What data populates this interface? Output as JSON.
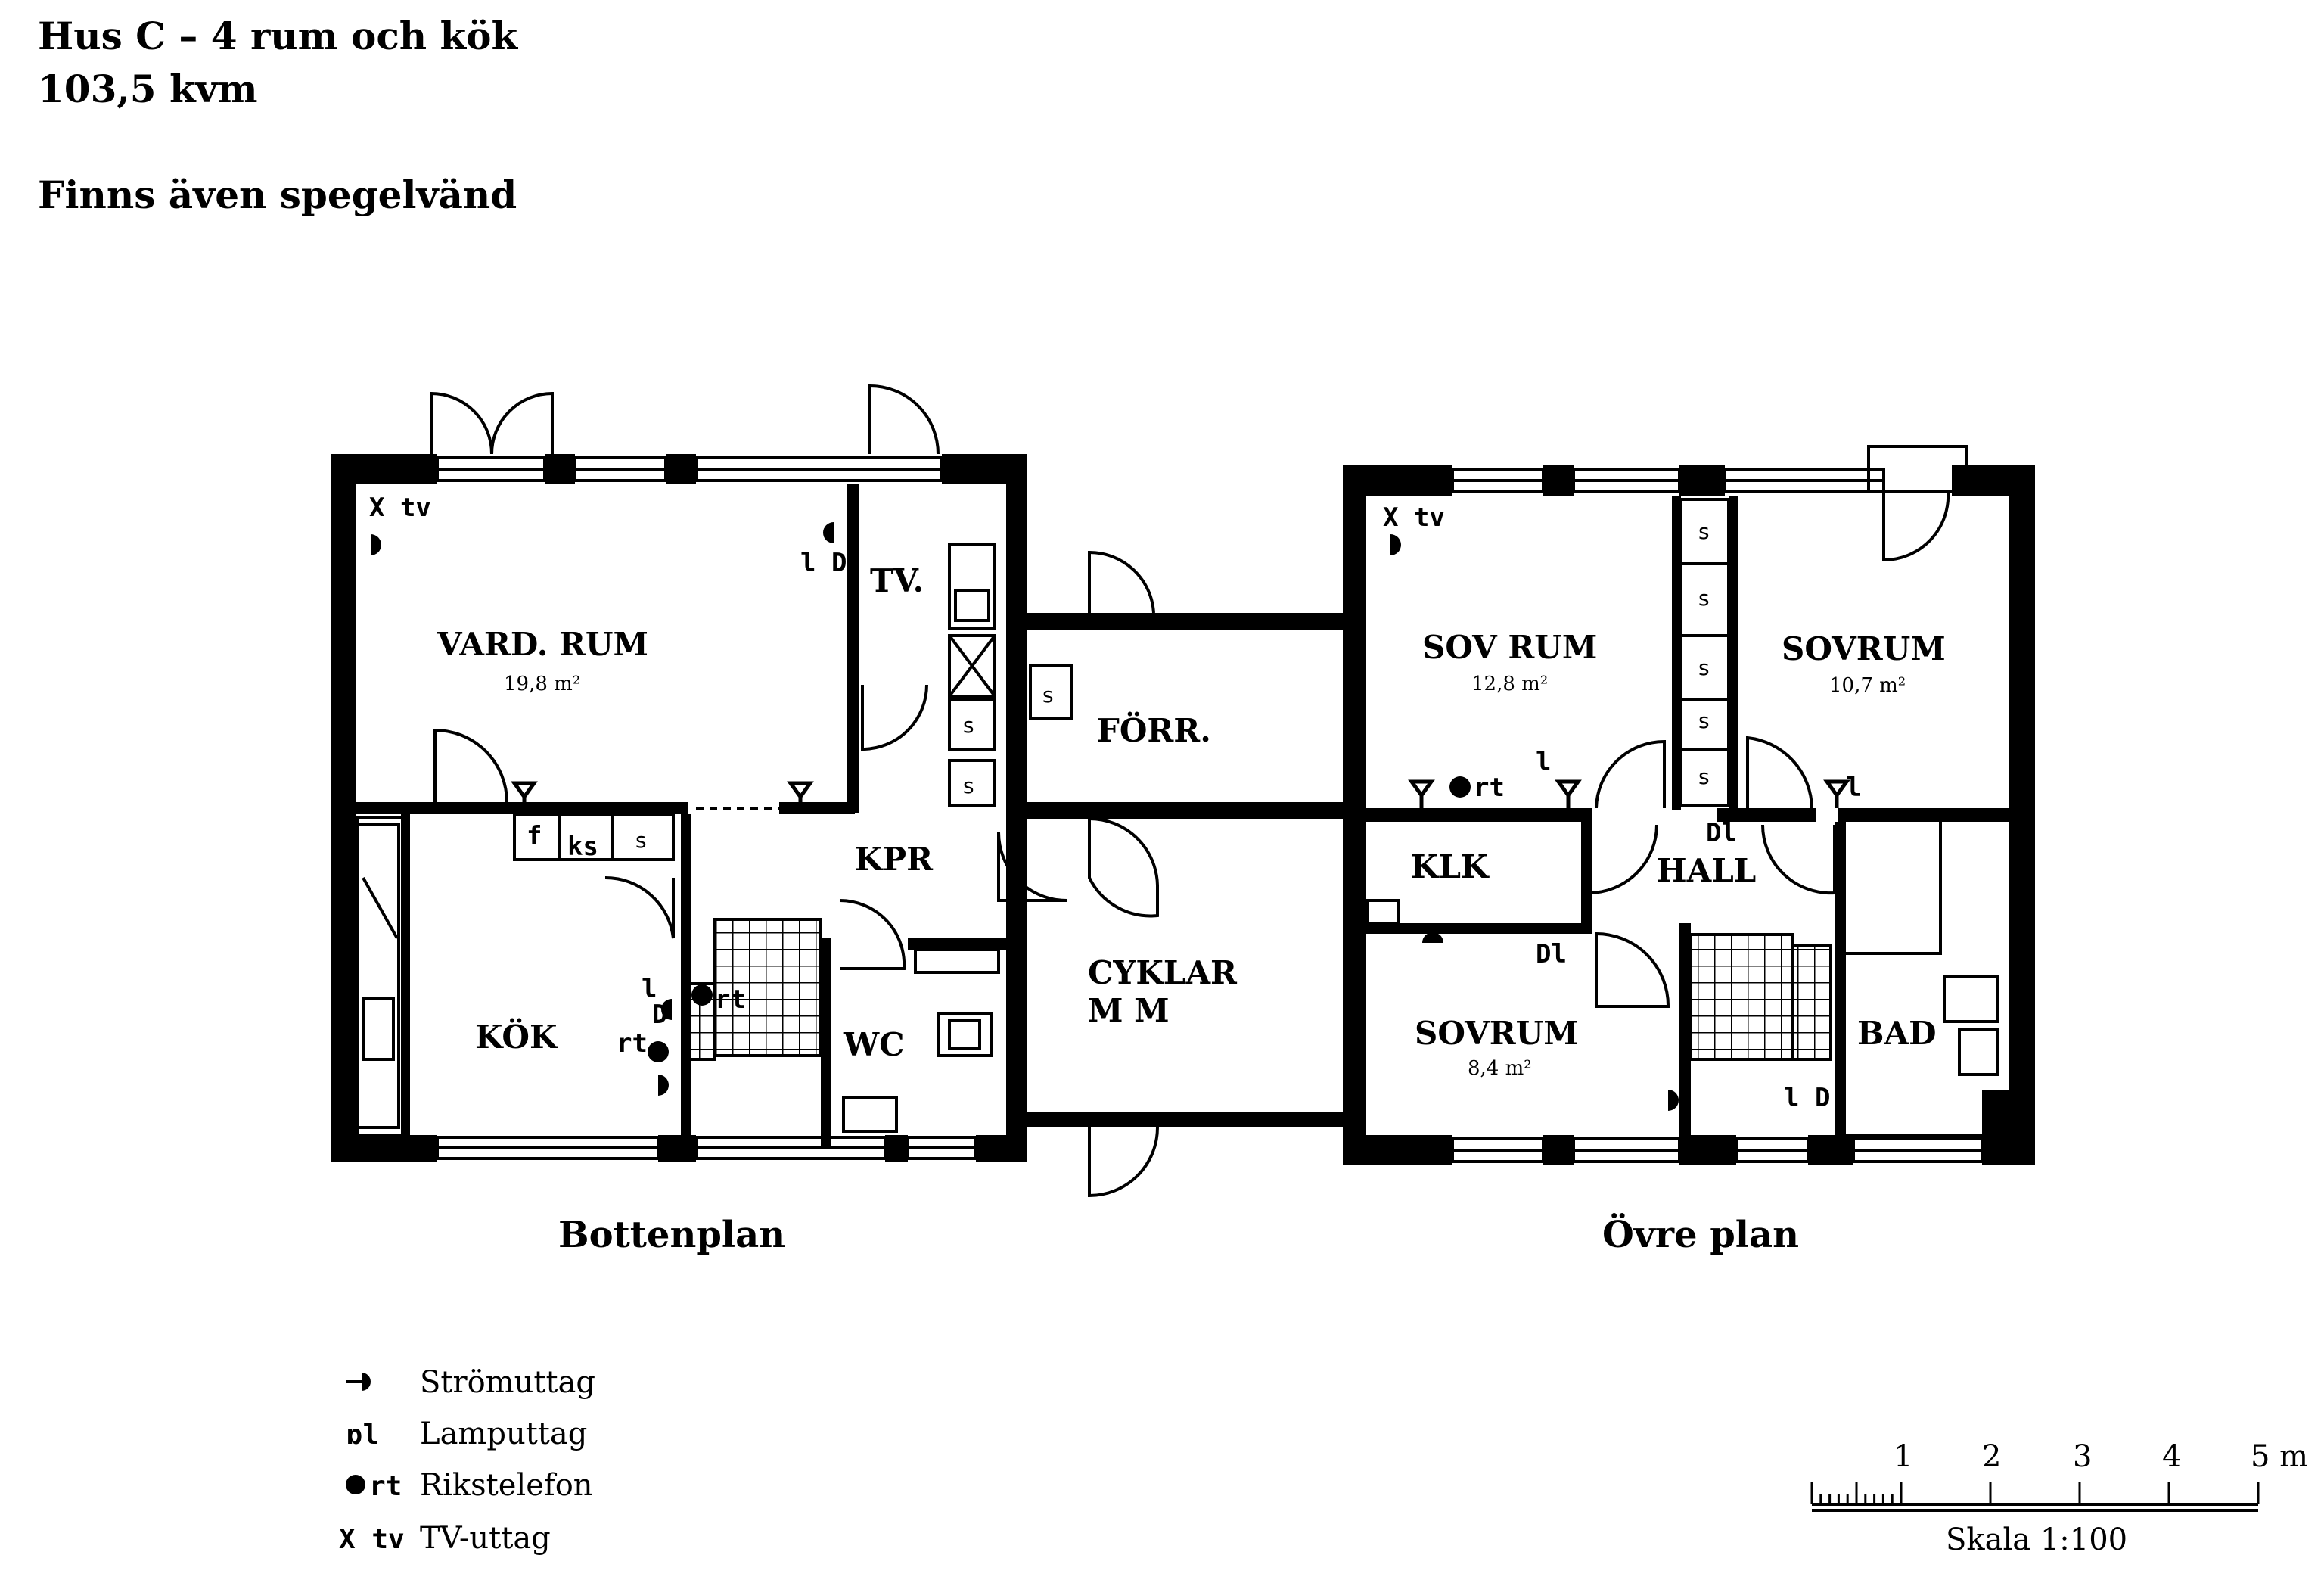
{
  "header": {
    "title": "Hus C – 4 rum och kök",
    "size": "103,5 kvm",
    "note": "Finns även spegelvänd"
  },
  "ground_floor": {
    "label": "Bottenplan",
    "rooms": {
      "vardrum": {
        "name": "VARD. RUM",
        "area": "19,8 m²"
      },
      "kok": {
        "name": "KÖK"
      },
      "kpr": {
        "name": "KPR"
      },
      "wc": {
        "name": "WC"
      },
      "tv": {
        "name": "TV."
      },
      "forr": {
        "name": "FÖRR."
      },
      "cyklar": {
        "line1": "CYKLAR",
        "line2": "M M"
      }
    },
    "fixtures": {
      "f": "f",
      "ks": "ks",
      "s": "s"
    },
    "symbols": {
      "xtv": "X tv",
      "lamp": "l D",
      "rt": "rt",
      "l": "l",
      "d": "D"
    }
  },
  "upper_floor": {
    "label": "Övre plan",
    "rooms": {
      "sovrum1": {
        "name": "SOV RUM",
        "area": "12,8 m²"
      },
      "sovrum2": {
        "name": "SOVRUM",
        "area": "10,7 m²"
      },
      "sovrum3": {
        "name": "SOVRUM",
        "area": "8,4 m²"
      },
      "klk": {
        "name": "KLK"
      },
      "hall": {
        "name": "HALL"
      },
      "bad": {
        "name": "BAD"
      }
    },
    "symbols": {
      "xtv": "X tv",
      "rt": "rt",
      "l": "l",
      "ld": "l D",
      "dl": "Dl"
    }
  },
  "legend": [
    {
      "symbol": "",
      "label": "Strömuttag",
      "icon": "outlet-icon"
    },
    {
      "symbol": "ɒl",
      "label": "Lamputtag",
      "icon": "lamp-icon"
    },
    {
      "symbol": "rt",
      "label": "Rikstelefon",
      "icon": "phone-dot-icon"
    },
    {
      "symbol": "X tv",
      "label": "TV-uttag",
      "icon": "tv-icon"
    }
  ],
  "scale": {
    "ticks": [
      "1",
      "2",
      "3",
      "4",
      "5 m"
    ],
    "label": "Skala 1:100"
  }
}
